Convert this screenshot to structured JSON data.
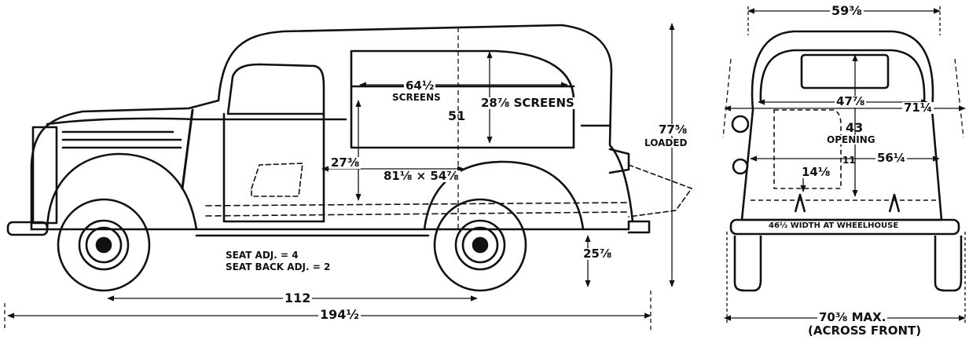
{
  "side_view": {
    "length_overall": "194½",
    "wheelbase": "112",
    "door_opening_height": "51",
    "rear_door_width": "64½",
    "rear_door_width_sub": "SCREENS",
    "screen_height": "28⅞ SCREENS",
    "height_loaded": "77⅝",
    "height_loaded_sub": "LOADED",
    "seat_height": "27⅜",
    "floor_dims": "81⅛ × 54⅞",
    "ground_clearance": "25⅞",
    "seat_adj": "SEAT ADJ. = 4",
    "seat_back_adj": "SEAT BACK ADJ. = 2"
  },
  "rear_view": {
    "top_width": "59⅜",
    "opening_width": "47⅞",
    "overall_width": "71¼",
    "opening_height": "43",
    "opening_height_sub": "OPENING",
    "floor_width": "56¼",
    "floor_height_marker": "11",
    "step_height": "14⅛",
    "wheelhouse_width": "46½ WIDTH AT WHEELHOUSE",
    "max_width": "70⅜ MAX.",
    "max_width_sub": "(ACROSS FRONT)"
  },
  "colors": {
    "ink": "#111111",
    "paper": "#ffffff"
  }
}
